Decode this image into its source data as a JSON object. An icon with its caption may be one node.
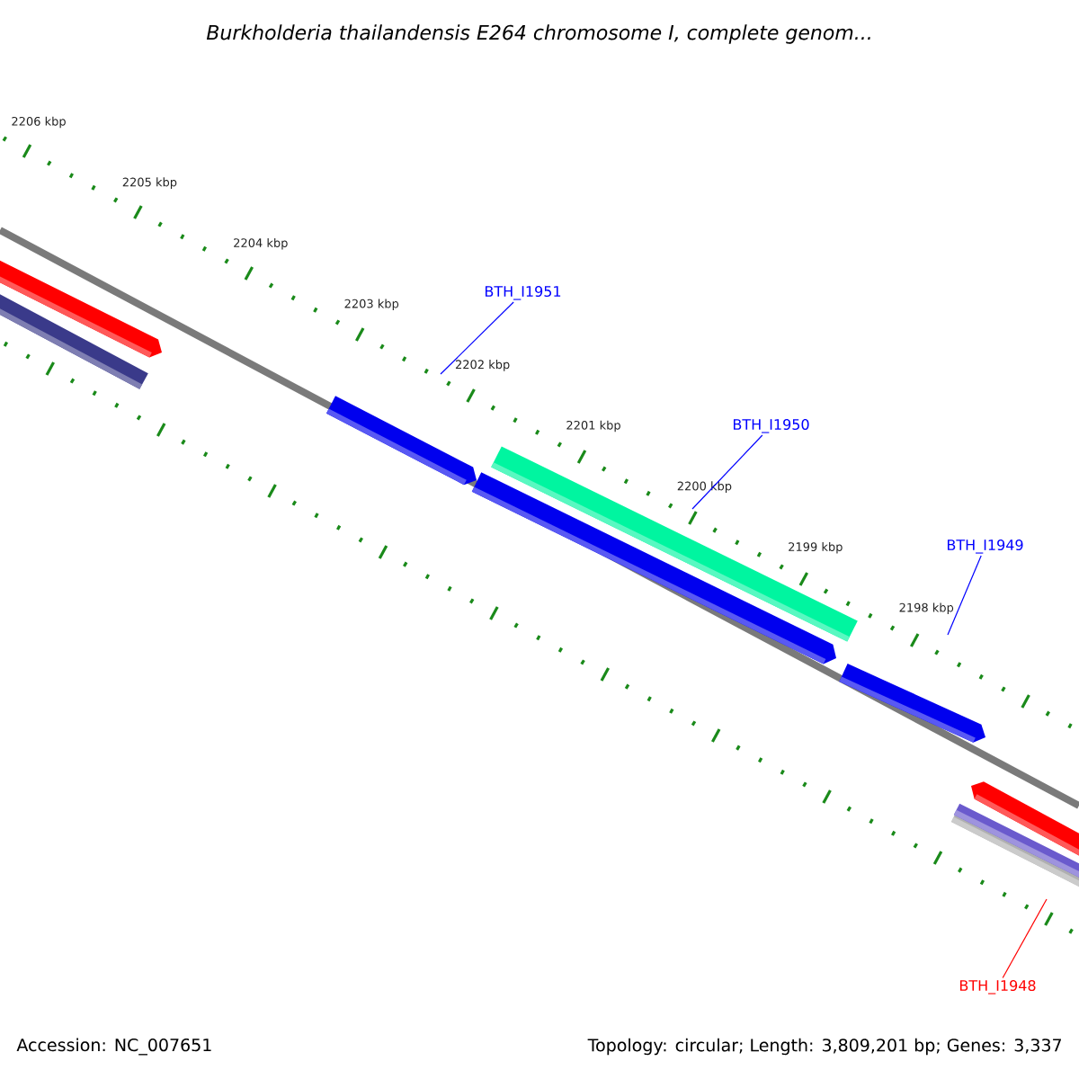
{
  "diagram": {
    "title": "Burkholderia thailandensis E264 chromosome I, complete genom...",
    "nodes": [
      {
        "text": [
          "BTH_I1951"
        ]
      },
      {
        "text": [
          "BTH_I1950"
        ]
      },
      {
        "text": [
          "BTH_I1949"
        ]
      },
      {
        "text": [
          "BTH_I1948"
        ]
      }
    ],
    "edges": [
      {
        "from": 0,
        "to": null,
        "arrow": "none"
      },
      {
        "from": 1,
        "to": null,
        "arrow": "none"
      },
      {
        "from": 2,
        "to": null,
        "arrow": "none"
      },
      {
        "from": 3,
        "to": null,
        "arrow": "none",
        "color": "#ff0000"
      }
    ],
    "labels": [
      "2206 kbp",
      "2205 kbp",
      "2204 kbp",
      "2203 kbp",
      "2202 kbp",
      "2201 kbp",
      "2200 kbp",
      "2199 kbp",
      "2198 kbp",
      "Accession: NC_007651",
      "Topology: circular; Length: 3,809,201 bp; Genes: 3,337"
    ]
  }
}
